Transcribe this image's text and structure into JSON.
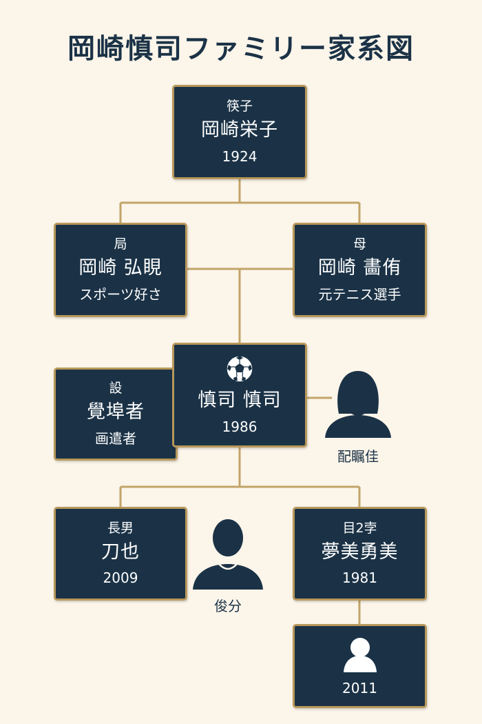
{
  "title": "岡崎慎司ファミリー家系図",
  "nodes": {
    "grandmother": {
      "role": "筷子",
      "name": "岡崎栄子",
      "sub": "1924"
    },
    "father": {
      "role": "局",
      "name": "岡崎 弘睍",
      "sub": "スポーツ好さ"
    },
    "mother": {
      "role": "母",
      "name": "岡崎 畵侑",
      "sub": "元テニス選手"
    },
    "self": {
      "name": "慎司 慎司",
      "sub": "1986"
    },
    "left_relative": {
      "role": "設",
      "name": "覺埠者",
      "sub": "画遣者"
    },
    "spouse": {
      "label": "配瞩佳"
    },
    "eldest_son": {
      "role": "長男",
      "name": "刀也",
      "sub": "2009"
    },
    "son_partner": {
      "label": "俊分"
    },
    "daughter": {
      "role": "目2孛",
      "name": "夢美勇美",
      "sub": "1981"
    },
    "grandchild": {
      "sub": "2011"
    }
  },
  "colors": {
    "background": "#fbf5ea",
    "node_fill": "#1b3246",
    "node_border": "#b8985a",
    "connector": "#c2a468",
    "text": "#ffffff"
  },
  "icons": {
    "self_icon": "soccer-ball-icon",
    "spouse_icon": "female-silhouette-icon",
    "son_partner_icon": "male-silhouette-icon",
    "grandchild_icon": "child-avatar-icon"
  }
}
